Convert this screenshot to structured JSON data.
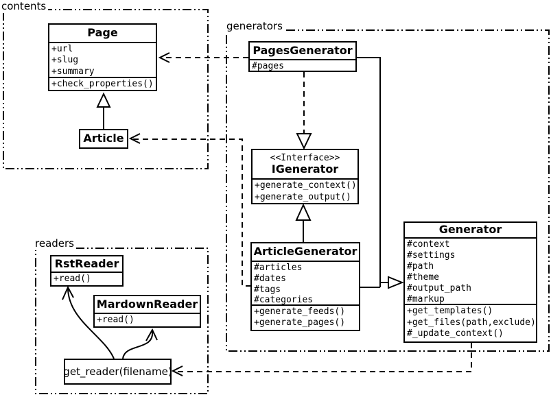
{
  "colors": {
    "background": "#ffffff",
    "stroke": "#000000"
  },
  "packages": {
    "contents": {
      "label": "contents"
    },
    "generators": {
      "label": "generators"
    },
    "readers": {
      "label": "readers"
    }
  },
  "classes": {
    "page": {
      "title": "Page",
      "attributes": [
        "+url",
        "+slug",
        "+summary"
      ],
      "methods": [
        "+check_properties()"
      ]
    },
    "article": {
      "title": "Article"
    },
    "pages_generator": {
      "title": "PagesGenerator",
      "attributes": [
        "#pages"
      ]
    },
    "igenerator": {
      "stereotype": "<<Interface>>",
      "title": "IGenerator",
      "methods": [
        "+generate_context()",
        "+generate_output()"
      ]
    },
    "article_generator": {
      "title": "ArticleGenerator",
      "attributes": [
        "#articles",
        "#dates",
        "#tags",
        "#categories"
      ],
      "methods": [
        "+generate_feeds()",
        "+generate_pages()"
      ]
    },
    "generator": {
      "title": "Generator",
      "attributes": [
        "#context",
        "#settings",
        "#path",
        "#theme",
        "#output_path",
        "#markup"
      ],
      "methods": [
        "+get_templates()",
        "+get_files(path,exclude)",
        "#_update_context()"
      ]
    },
    "rst_reader": {
      "title": "RstReader",
      "methods": [
        "+read()"
      ]
    },
    "mardown_reader": {
      "title": "MardownReader",
      "methods": [
        "+read()"
      ]
    },
    "get_reader": {
      "label": "get_reader(filename)"
    }
  },
  "relationships": [
    {
      "from": "Article",
      "to": "Page",
      "type": "generalization",
      "line": "solid"
    },
    {
      "from": "ArticleGenerator",
      "to": "IGenerator",
      "type": "generalization",
      "line": "solid"
    },
    {
      "from": "PagesGenerator",
      "to": "Generator",
      "type": "generalization",
      "line": "solid"
    },
    {
      "from": "ArticleGenerator",
      "to": "Generator",
      "type": "generalization",
      "line": "solid"
    },
    {
      "from": "PagesGenerator",
      "to": "IGenerator",
      "type": "realization",
      "line": "dashed"
    },
    {
      "from": "PagesGenerator",
      "to": "Page",
      "type": "dependency",
      "line": "dashed"
    },
    {
      "from": "ArticleGenerator",
      "to": "Article",
      "type": "dependency",
      "line": "dashed"
    },
    {
      "from": "Generator",
      "to": "get_reader(filename)",
      "type": "dependency",
      "line": "dashed"
    },
    {
      "from": "get_reader(filename)",
      "to": "RstReader",
      "type": "reference",
      "line": "curved"
    },
    {
      "from": "get_reader(filename)",
      "to": "MardownReader",
      "type": "reference",
      "line": "curved"
    }
  ]
}
